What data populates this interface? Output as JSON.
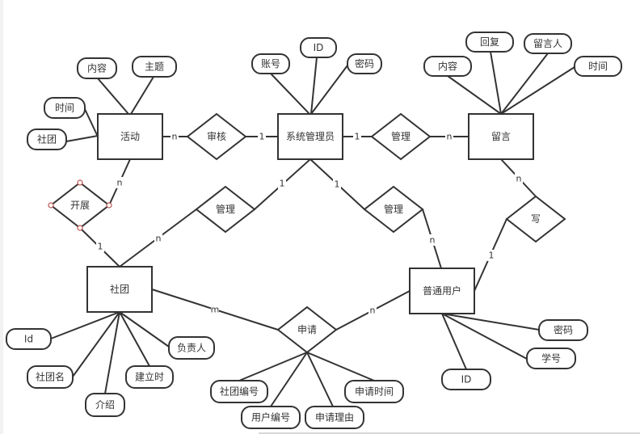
{
  "diagram": {
    "type": "ER diagram",
    "entities": [
      {
        "id": "activity",
        "label": "活动"
      },
      {
        "id": "admin",
        "label": "系统管理员"
      },
      {
        "id": "message",
        "label": "留言"
      },
      {
        "id": "club",
        "label": "社团"
      },
      {
        "id": "user",
        "label": "普通用户"
      }
    ],
    "relationships": [
      {
        "id": "review",
        "label": "审核"
      },
      {
        "id": "manage_msg",
        "label": "管理"
      },
      {
        "id": "conduct",
        "label": "开展"
      },
      {
        "id": "manage_club",
        "label": "管理"
      },
      {
        "id": "manage_user",
        "label": "管理"
      },
      {
        "id": "write",
        "label": "写"
      },
      {
        "id": "apply",
        "label": "申请"
      }
    ],
    "attributes": [
      {
        "id": "act_content",
        "owner": "activity",
        "label": "内容"
      },
      {
        "id": "act_topic",
        "owner": "activity",
        "label": "主题"
      },
      {
        "id": "act_time",
        "owner": "activity",
        "label": "时间"
      },
      {
        "id": "act_club",
        "owner": "activity",
        "label": "社团"
      },
      {
        "id": "adm_account",
        "owner": "admin",
        "label": "账号"
      },
      {
        "id": "adm_id",
        "owner": "admin",
        "label": "ID"
      },
      {
        "id": "adm_password",
        "owner": "admin",
        "label": "密码"
      },
      {
        "id": "msg_content",
        "owner": "message",
        "label": "内容"
      },
      {
        "id": "msg_reply",
        "owner": "message",
        "label": "回复"
      },
      {
        "id": "msg_author",
        "owner": "message",
        "label": "留言人"
      },
      {
        "id": "msg_time",
        "owner": "message",
        "label": "时间"
      },
      {
        "id": "club_id",
        "owner": "club",
        "label": "Id"
      },
      {
        "id": "club_name",
        "owner": "club",
        "label": "社团名"
      },
      {
        "id": "club_intro",
        "owner": "club",
        "label": "介绍"
      },
      {
        "id": "club_founded",
        "owner": "club",
        "label": "建立时"
      },
      {
        "id": "club_leader",
        "owner": "club",
        "label": "负责人"
      },
      {
        "id": "apply_club_no",
        "owner": "apply",
        "label": "社团编号"
      },
      {
        "id": "apply_user_no",
        "owner": "apply",
        "label": "用户编号"
      },
      {
        "id": "apply_reason",
        "owner": "apply",
        "label": "申请理由"
      },
      {
        "id": "apply_time",
        "owner": "apply",
        "label": "申请时间"
      },
      {
        "id": "user_password",
        "owner": "user",
        "label": "密码"
      },
      {
        "id": "user_student_no",
        "owner": "user",
        "label": "学号"
      },
      {
        "id": "user_id",
        "owner": "user",
        "label": "ID"
      }
    ],
    "cardinalities": [
      {
        "id": "c_act_review",
        "label": "n"
      },
      {
        "id": "c_review_admin",
        "label": "1"
      },
      {
        "id": "c_admin_managemsg",
        "label": "1"
      },
      {
        "id": "c_managemsg_msg",
        "label": "n"
      },
      {
        "id": "c_act_conduct",
        "label": "n"
      },
      {
        "id": "c_conduct_club",
        "label": "1"
      },
      {
        "id": "c_admin_manageclub",
        "label": "1"
      },
      {
        "id": "c_manageclub_club",
        "label": "n"
      },
      {
        "id": "c_admin_manageuser",
        "label": "1"
      },
      {
        "id": "c_manageuser_user",
        "label": "n"
      },
      {
        "id": "c_msg_write",
        "label": "n"
      },
      {
        "id": "c_write_user",
        "label": "1"
      },
      {
        "id": "c_club_apply",
        "label": "m"
      },
      {
        "id": "c_apply_user",
        "label": "n"
      }
    ]
  }
}
